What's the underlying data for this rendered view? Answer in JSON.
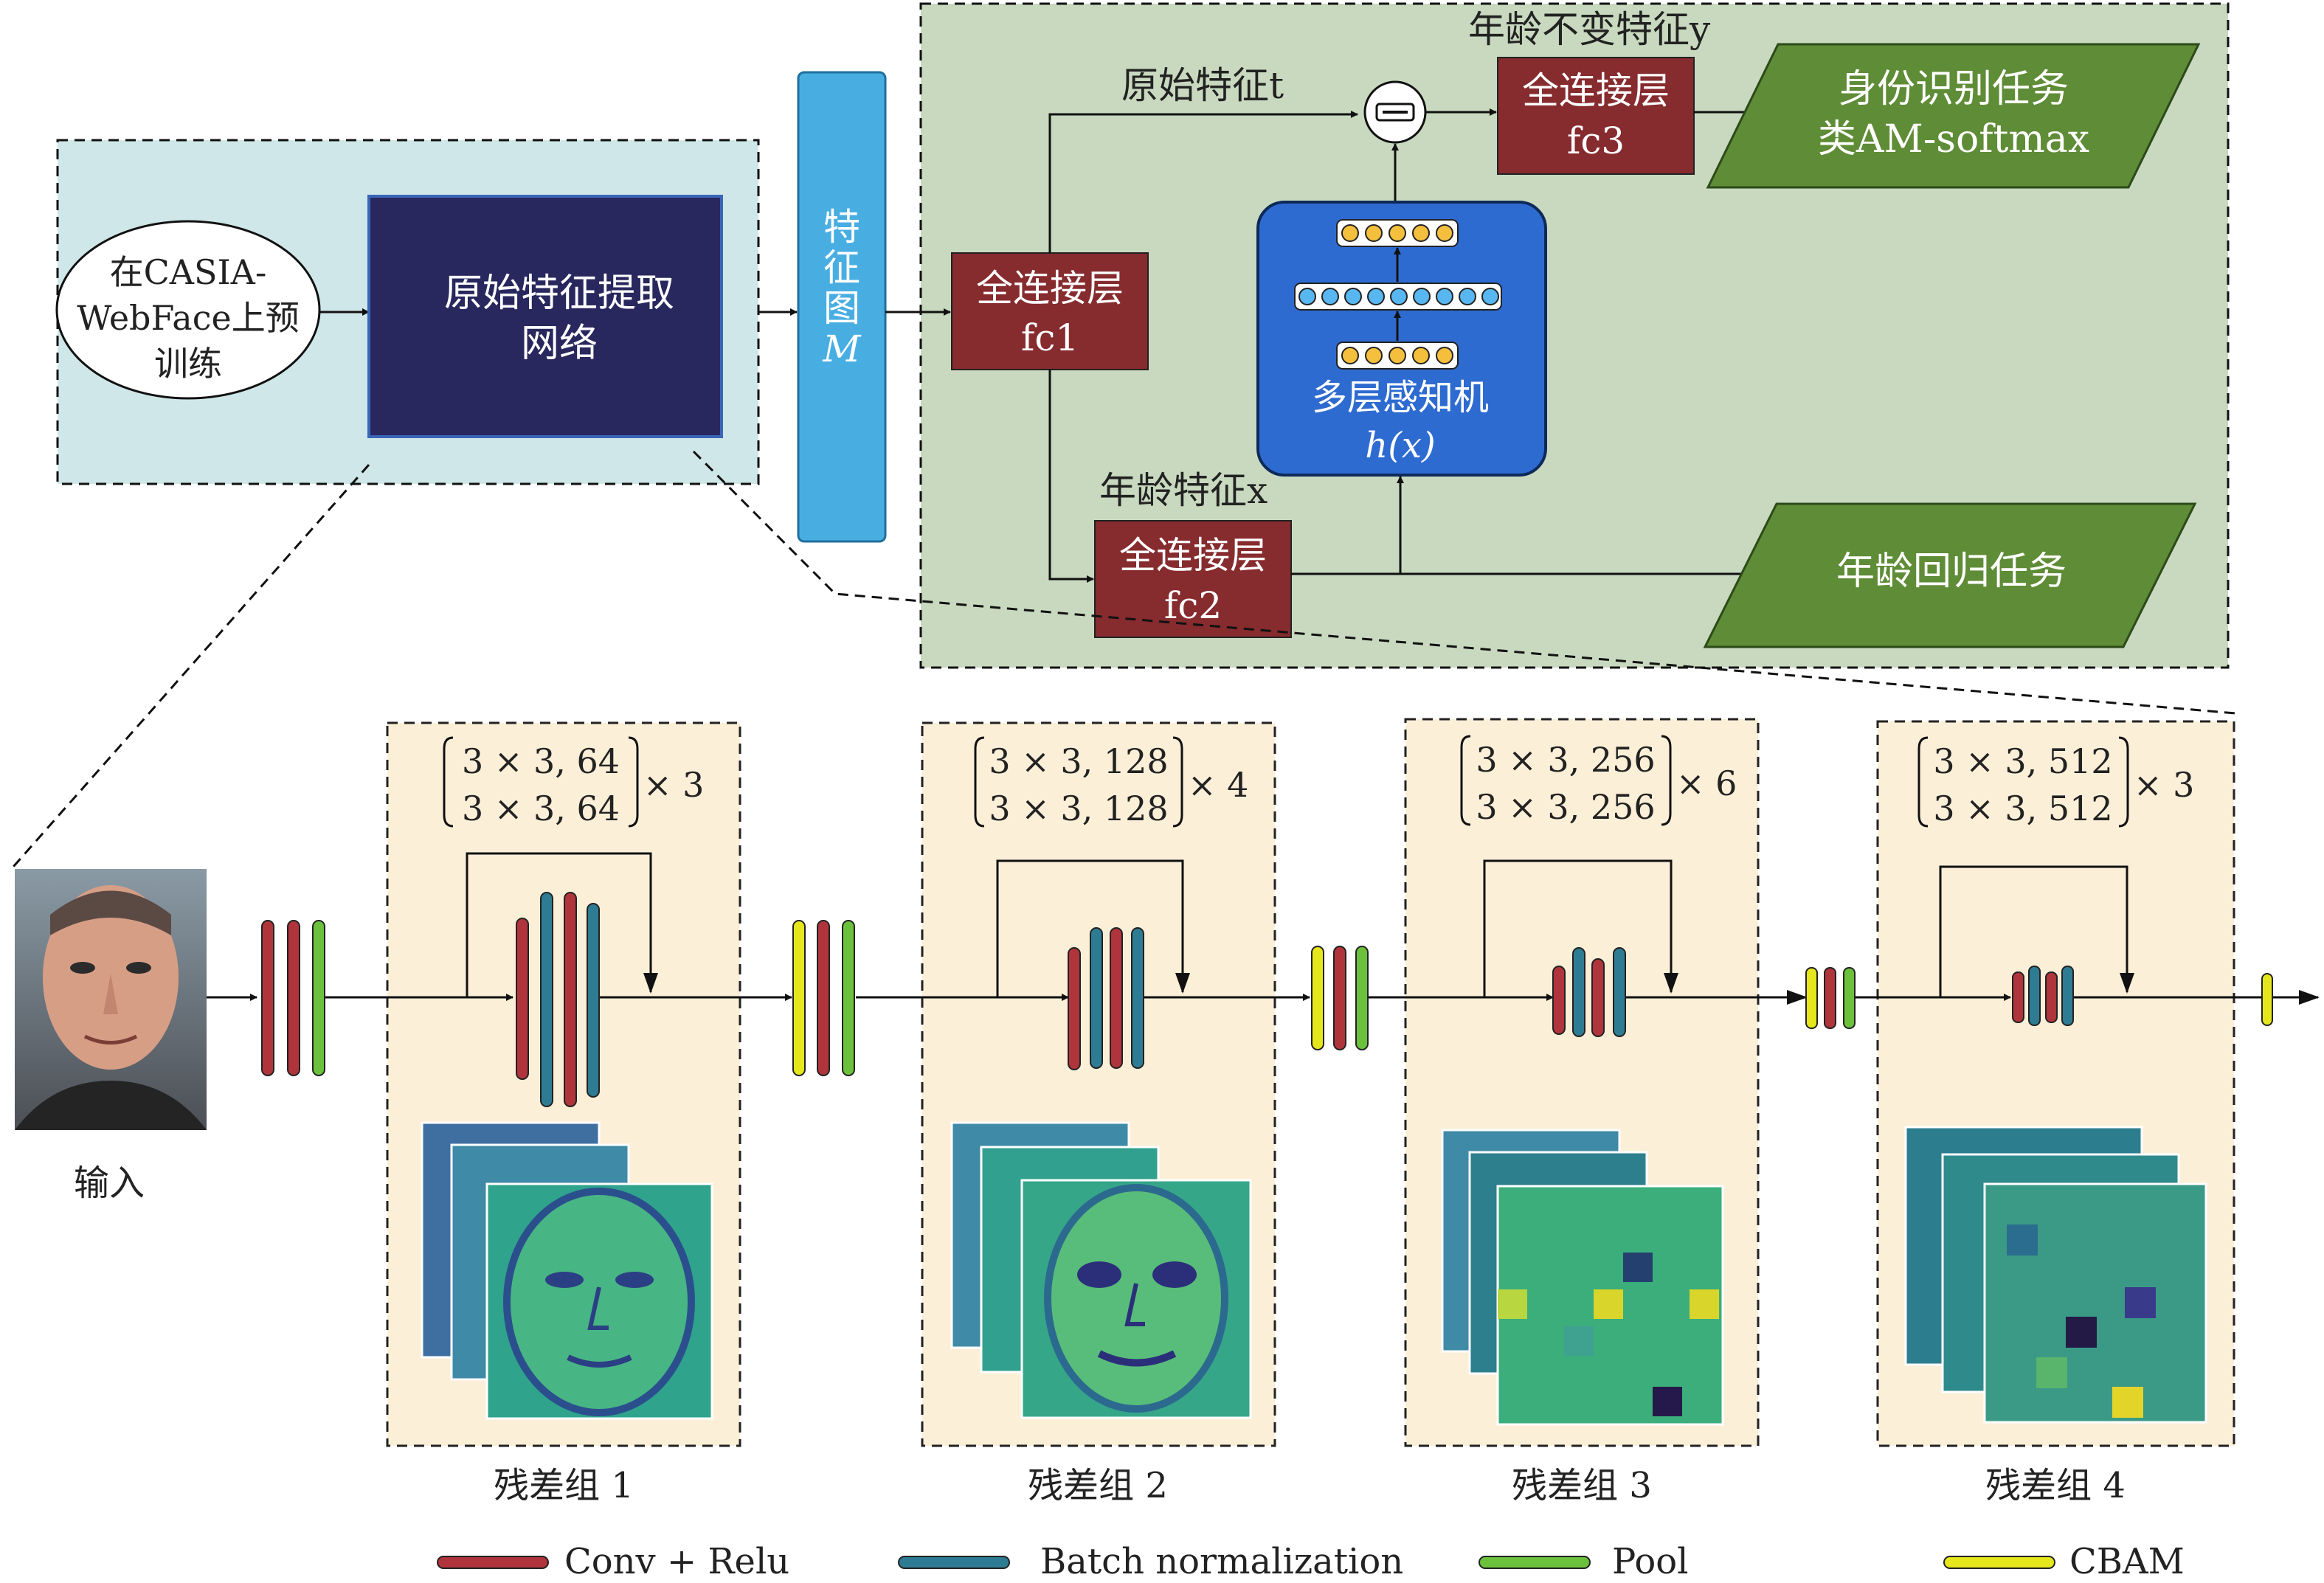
{
  "colors": {
    "conv_relu": "#b0343c",
    "batch_norm": "#2e7c93",
    "pool": "#6cc13c",
    "cbam": "#e6e61c",
    "pretrain_bg": "#cfe7e8",
    "head_bg": "#c8d9bf",
    "group_bg": "#fcefd8",
    "extractor": "#28285e",
    "feature_map": "#48aee2",
    "fc": "#862b2e",
    "mlp": "#2e6bd1",
    "task": "#5f8c36",
    "node_yellow": "#f4bf3c",
    "node_blue": "#58b7f0"
  },
  "top": {
    "pretrain_ellipse": {
      "line1": "在CASIA-",
      "line2": "WebFace上预",
      "line3": "训练"
    },
    "extractor": {
      "line1": "原始特征提取",
      "line2": "网络"
    },
    "feature_map": {
      "line1": "特",
      "line2": "征",
      "line3": "图",
      "line4": "M"
    },
    "fc1": {
      "line1": "全连接层",
      "line2": "fc1"
    },
    "fc2": {
      "line1": "全连接层",
      "line2": "fc2"
    },
    "fc3": {
      "line1": "全连接层",
      "line2": "fc3"
    },
    "mlp": {
      "line1": "多层感知机",
      "line2": "h(x)"
    },
    "subtract_symbol": "−",
    "labels": {
      "raw_feature": "原始特征t",
      "age_feature": "年龄特征x",
      "age_invariant": "年龄不变特征y"
    },
    "identity_task": {
      "line1": "身份识别任务",
      "line2": "类AM-softmax"
    },
    "age_task": "年龄回归任务"
  },
  "input_label": "输入",
  "groups": [
    {
      "row1": "3 × 3, 64",
      "row2": "3 × 3, 64",
      "mult": "× 3",
      "caption": "残差组 1"
    },
    {
      "row1": "3 × 3, 128",
      "row2": "3 × 3, 128",
      "mult": "× 4",
      "caption": "残差组 2"
    },
    {
      "row1": "3 × 3, 256",
      "row2": "3 × 3, 256",
      "mult": "× 6",
      "caption": "残差组 3"
    },
    {
      "row1": "3 × 3, 512",
      "row2": "3 × 3, 512",
      "mult": "× 3",
      "caption": "残差组 4"
    }
  ],
  "legend": [
    {
      "label": "Conv + Relu",
      "color_key": "conv_relu"
    },
    {
      "label": "Batch normalization",
      "color_key": "batch_norm"
    },
    {
      "label": "Pool",
      "color_key": "pool"
    },
    {
      "label": "CBAM",
      "color_key": "cbam"
    }
  ]
}
